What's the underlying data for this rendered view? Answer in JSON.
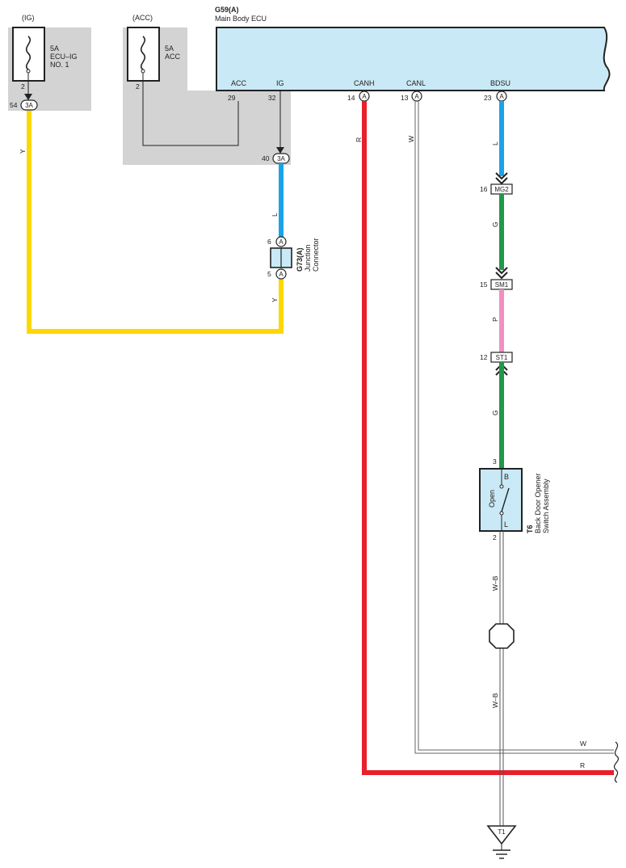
{
  "fuses": {
    "ig": {
      "group": "(IG)",
      "rating": "5A",
      "name1": "ECU–IG",
      "name2": "NO. 1",
      "pin": "2"
    },
    "acc": {
      "group": "(ACC)",
      "rating": "5A",
      "name1": "ACC",
      "pin": "2"
    }
  },
  "ecu": {
    "code": "G59(A)",
    "name": "Main Body ECU",
    "terminals": [
      {
        "label": "ACC",
        "pin": "29"
      },
      {
        "label": "IG",
        "pin": "32"
      },
      {
        "label": "CANH",
        "pin": "14",
        "conn": "A"
      },
      {
        "label": "CANL",
        "pin": "13",
        "conn": "A"
      },
      {
        "label": "BDSU",
        "pin": "23",
        "conn": "A"
      }
    ]
  },
  "connectors": {
    "c3a_ig": {
      "pin": "54",
      "id": "3A"
    },
    "c3a_main": {
      "pin": "40",
      "id": "3A"
    },
    "mg2": {
      "pin": "16",
      "id": "MG2"
    },
    "sm1": {
      "pin": "15",
      "id": "SM1"
    },
    "st1": {
      "pin": "12",
      "id": "ST1"
    }
  },
  "junction": {
    "code": "G73(A)",
    "name1": "Junction",
    "name2": "Connector",
    "pin_top": "6",
    "pin_bottom": "5",
    "conn": "A"
  },
  "switch": {
    "code": "T6",
    "name1": "Back Door Opener",
    "name2": "Switch Assembly",
    "state": "Open",
    "term_top": "B",
    "term_bottom": "L",
    "pin_top": "3",
    "pin_bottom": "2"
  },
  "ground": {
    "id": "T1"
  },
  "wires": {
    "y1": "Y",
    "y2": "Y",
    "l1": "L",
    "l2": "L",
    "r1": "R",
    "r2": "R",
    "w1": "W",
    "w2": "W",
    "g1": "G",
    "g2": "G",
    "p1": "P",
    "wb1": "W–B",
    "wb2": "W–B"
  },
  "colors": {
    "yellow": "#FFD700",
    "blue": "#1AA3E8",
    "red": "#E8202A",
    "green": "#1E9A48",
    "pink": "#F28FC2",
    "ecu_fill": "#C9E9F6",
    "shade": "#D3D3D3"
  }
}
